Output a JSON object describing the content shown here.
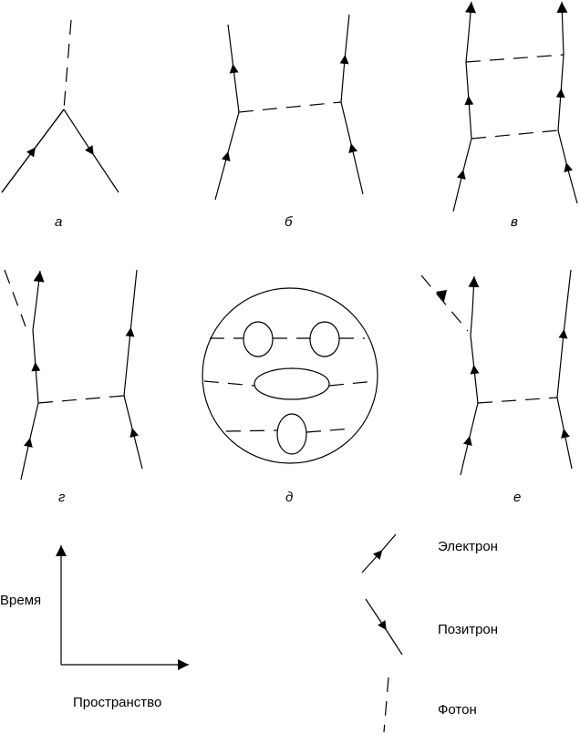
{
  "panels": {
    "a": "а",
    "b": "б",
    "v": "в",
    "g": "г",
    "d": "д",
    "e": "е"
  },
  "axes": {
    "time": "Время",
    "space": "Пространство"
  },
  "legend": {
    "electron": "Электрон",
    "positron": "Позитрон",
    "photon": "Фотон"
  }
}
